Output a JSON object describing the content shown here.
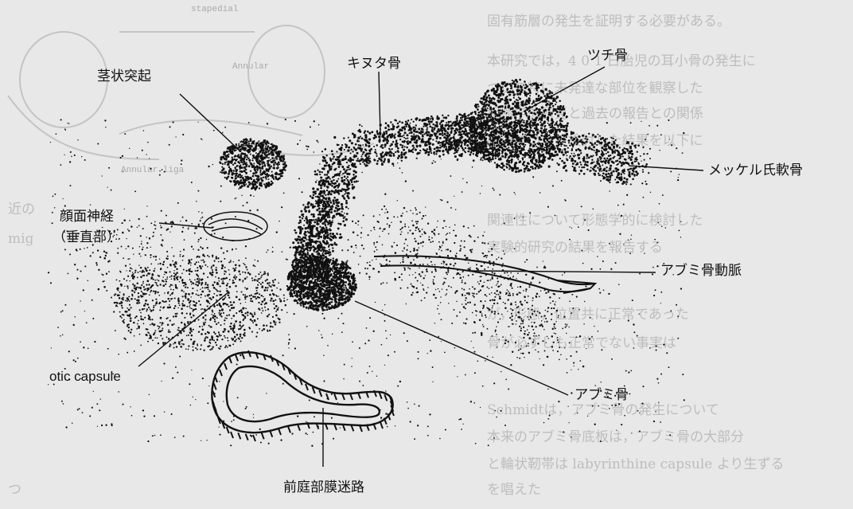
{
  "labels": {
    "stylohyoid": "茎状突起",
    "incus": "キヌタ骨",
    "malleus": "ツチ骨",
    "meckel": "メッケル氏軟骨",
    "facial_nerve_line1": "顔面神経",
    "facial_nerve_line2": "（垂直部）",
    "stapedial_artery": "アブミ骨動脈",
    "otic_capsule": "otic capsule",
    "stapes": "アブミ骨",
    "vestibular_labyrinth": "前庭部膜迷路"
  },
  "background_marks": {
    "stapedial": "stapedial",
    "annular_top": "Annular",
    "annular_bottom": "Annular liga"
  },
  "colors": {
    "ink": "#111111",
    "paper": "#e8e8e8",
    "show_through": "#bdbdbd"
  }
}
